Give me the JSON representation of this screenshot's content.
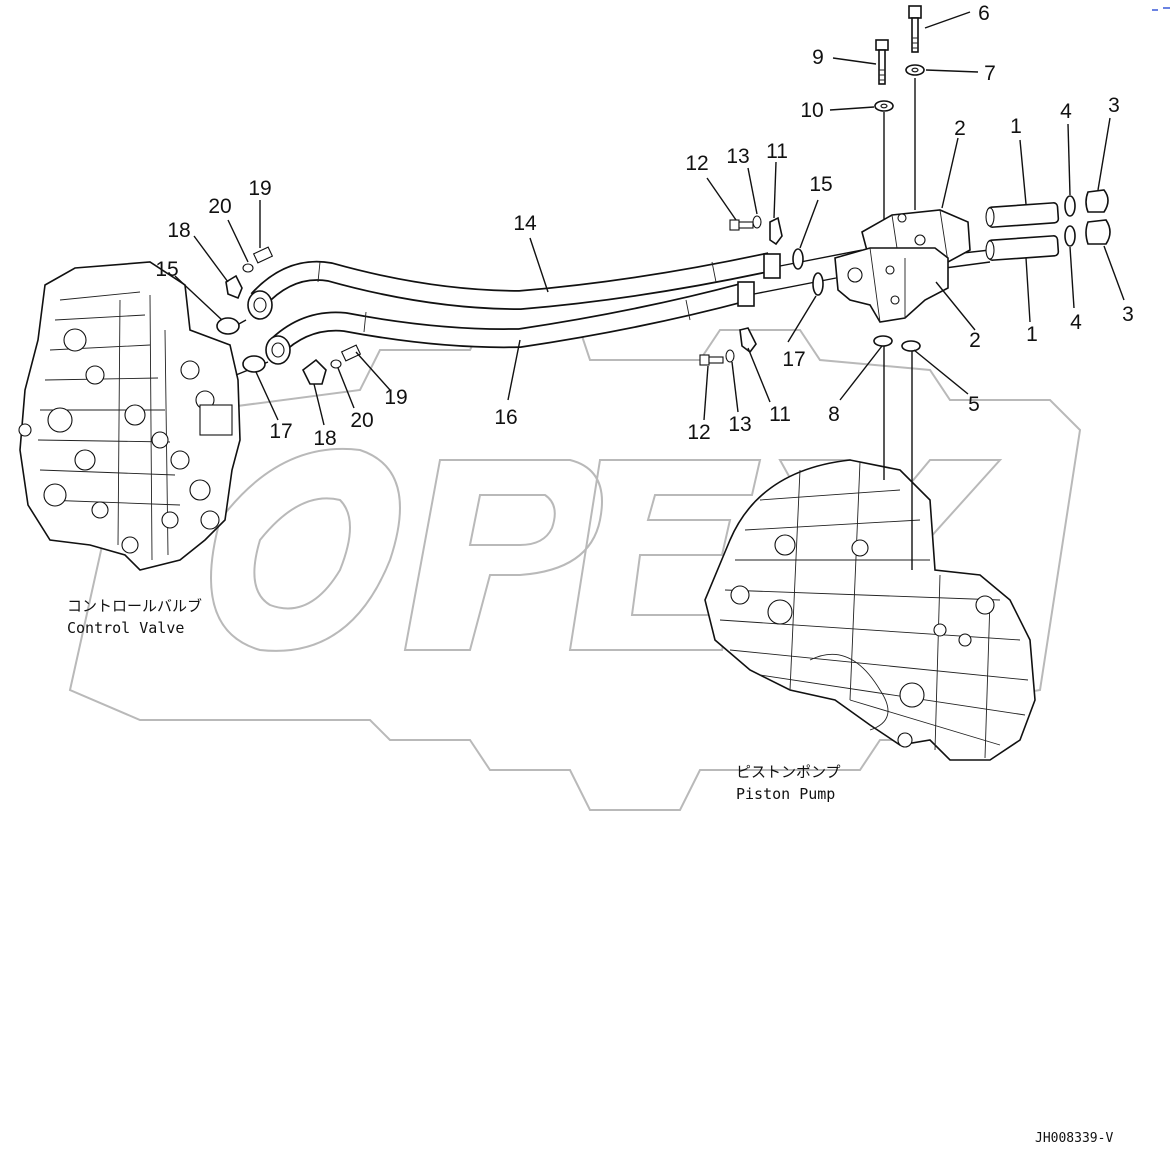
{
  "diagram": {
    "callouts": [
      {
        "id": "c6",
        "label": "6"
      },
      {
        "id": "c9",
        "label": "9"
      },
      {
        "id": "c7",
        "label": "7"
      },
      {
        "id": "c10",
        "label": "10"
      },
      {
        "id": "c2a",
        "label": "2"
      },
      {
        "id": "c1a",
        "label": "1"
      },
      {
        "id": "c4a",
        "label": "4"
      },
      {
        "id": "c3a",
        "label": "3"
      },
      {
        "id": "c12a",
        "label": "12"
      },
      {
        "id": "c13a",
        "label": "13"
      },
      {
        "id": "c11a",
        "label": "11"
      },
      {
        "id": "c15a",
        "label": "15"
      },
      {
        "id": "c14",
        "label": "14"
      },
      {
        "id": "c19a",
        "label": "19"
      },
      {
        "id": "c20a",
        "label": "20"
      },
      {
        "id": "c18a",
        "label": "18"
      },
      {
        "id": "c15b",
        "label": "15"
      },
      {
        "id": "c17a",
        "label": "17"
      },
      {
        "id": "c2b",
        "label": "2"
      },
      {
        "id": "c1b",
        "label": "1"
      },
      {
        "id": "c4b",
        "label": "4"
      },
      {
        "id": "c3b",
        "label": "3"
      },
      {
        "id": "c5",
        "label": "5"
      },
      {
        "id": "c8",
        "label": "8"
      },
      {
        "id": "c11b",
        "label": "11"
      },
      {
        "id": "c12b",
        "label": "12"
      },
      {
        "id": "c13b",
        "label": "13"
      },
      {
        "id": "c16",
        "label": "16"
      },
      {
        "id": "c19b",
        "label": "19"
      },
      {
        "id": "c20b",
        "label": "20"
      },
      {
        "id": "c18b",
        "label": "18"
      },
      {
        "id": "c17b",
        "label": "17"
      }
    ],
    "captions": {
      "control_valve_jp": "コントロールバルブ",
      "control_valve_en": "Control Valve",
      "piston_pump_jp": "ピストンポンプ",
      "piston_pump_en": "Piston Pump"
    },
    "watermark": "OPEX",
    "drawing_id": "JH008339-V"
  }
}
